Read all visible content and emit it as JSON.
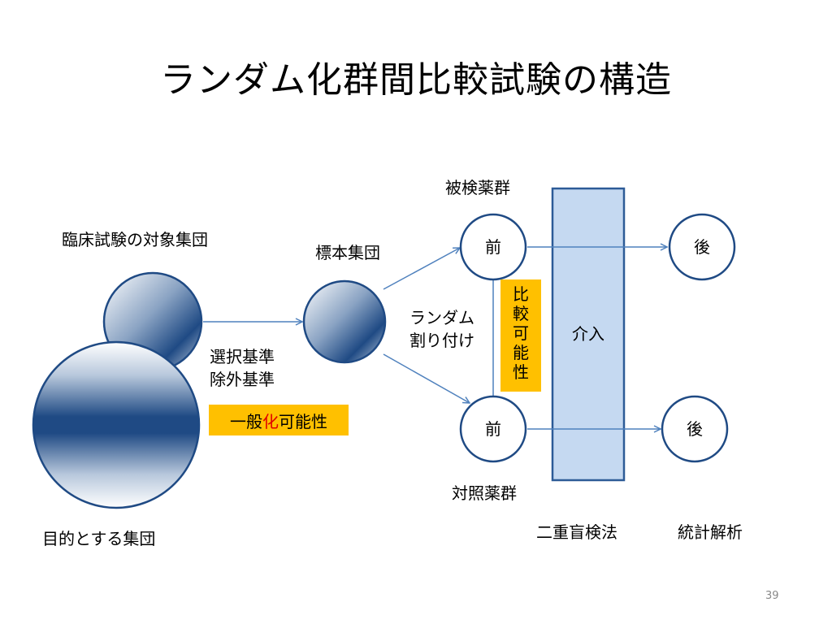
{
  "title": "ランダム化群間比較試験の構造",
  "labels": {
    "trial_population": "臨床試験の対象集団",
    "target_population": "目的とする集団",
    "sample_population": "標本集団",
    "criteria_line1": "選択基準",
    "criteria_line2": "除外基準",
    "random_line1": "ランダム",
    "random_line2": "割り付け",
    "test_group": "被検薬群",
    "control_group": "対照薬群",
    "double_blind": "二重盲検法",
    "statistics": "統計解析"
  },
  "nodes": {
    "before": "前",
    "after": "後",
    "intervention": "介入"
  },
  "generalizability": {
    "part1": "一般",
    "part2": "化",
    "part3": "可能性"
  },
  "comparability": [
    "比",
    "較",
    "可",
    "能",
    "性"
  ],
  "page_number": "39",
  "colors": {
    "circle_dark": "#1f4a84",
    "line": "#4f81bd",
    "highlight": "#ffc000",
    "intervention_fill": "#c5d9f1",
    "intervention_stroke": "#2d5b97",
    "red_text": "#e00000"
  }
}
